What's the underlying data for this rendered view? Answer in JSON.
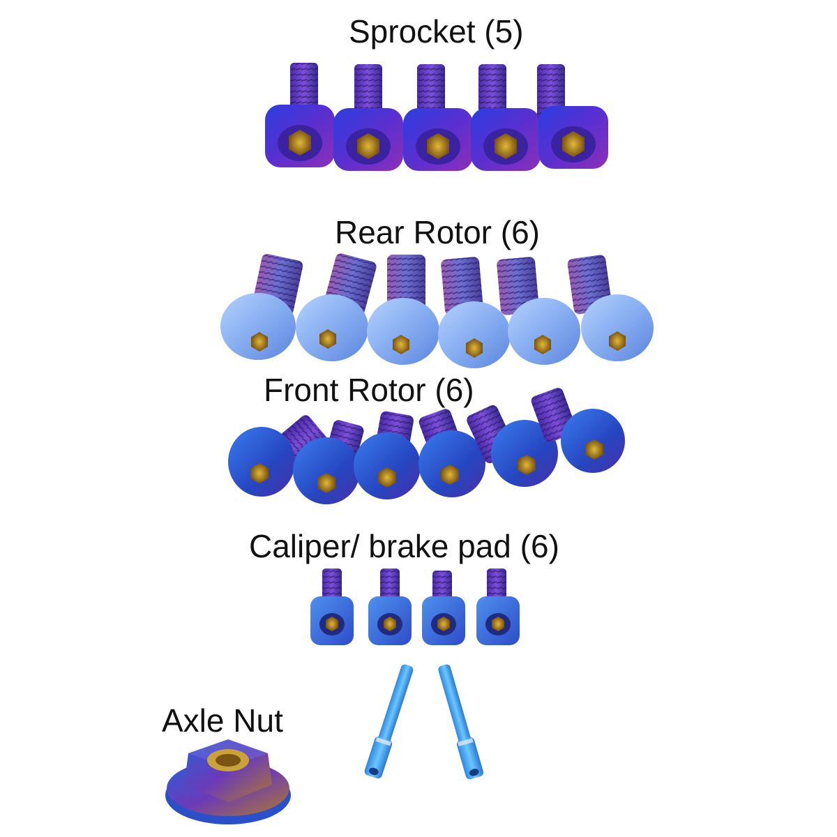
{
  "labels": {
    "sprocket": "Sprocket (5)",
    "rear_rotor": "Rear Rotor (6)",
    "front_rotor": "Front Rotor (6)",
    "caliper": "Caliper/ brake pad (6)",
    "axle_nut": "Axle Nut"
  },
  "colors": {
    "background": "#ffffff",
    "text": "#111111",
    "sprocket_blue": "#3a2fd8",
    "sprocket_purple": "#7a2fc8",
    "rear_light_blue": "#8fb4f0",
    "front_blue": "#2b63d8",
    "caliper_blue": "#3e7de0",
    "pin_blue": "#3aa0ea",
    "hex_gold": "#b88a1a"
  },
  "icons": {
    "bolt": "socket-cap-bolt",
    "button_bolt": "button-head-bolt",
    "pin": "brake-pad-pin",
    "nut": "flange-nut"
  }
}
